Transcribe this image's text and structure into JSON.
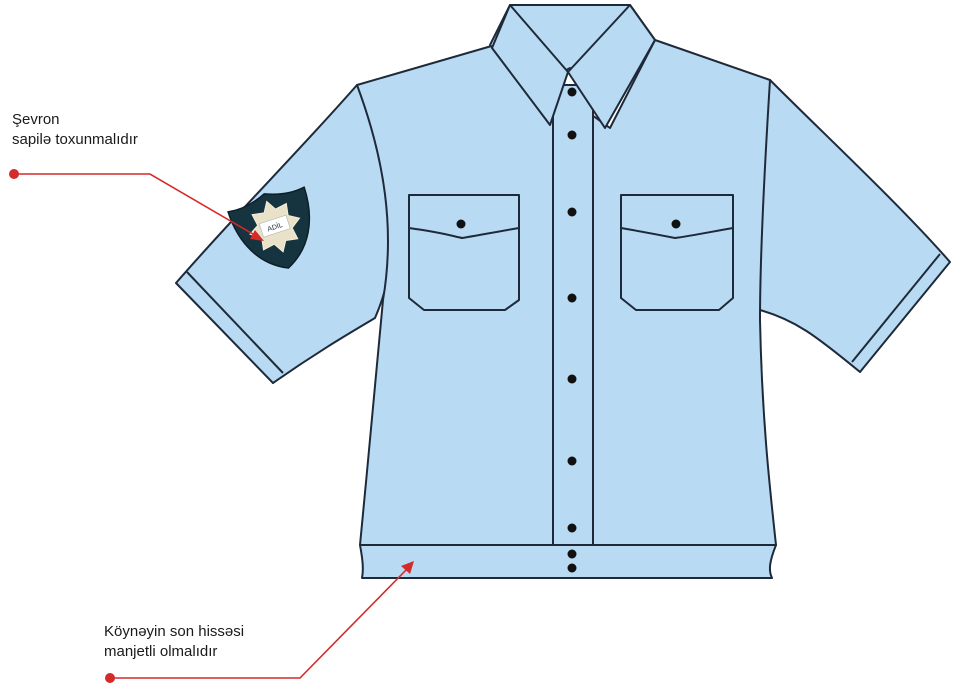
{
  "annotations": {
    "chevron": {
      "line1": "Şevron",
      "line2": "sapilə toxunmalıdır"
    },
    "hem": {
      "line1": "Köynəyin son hissəsi",
      "line2": "manjetli olmalıdır"
    }
  },
  "badge": {
    "text": "ADİL"
  },
  "colors": {
    "shirt_fill": "#b9daf3",
    "outline": "#1e2a3a",
    "pointer": "#d42a2a",
    "badge_outer": "#16343f",
    "badge_inner": "#e9e2c8"
  }
}
